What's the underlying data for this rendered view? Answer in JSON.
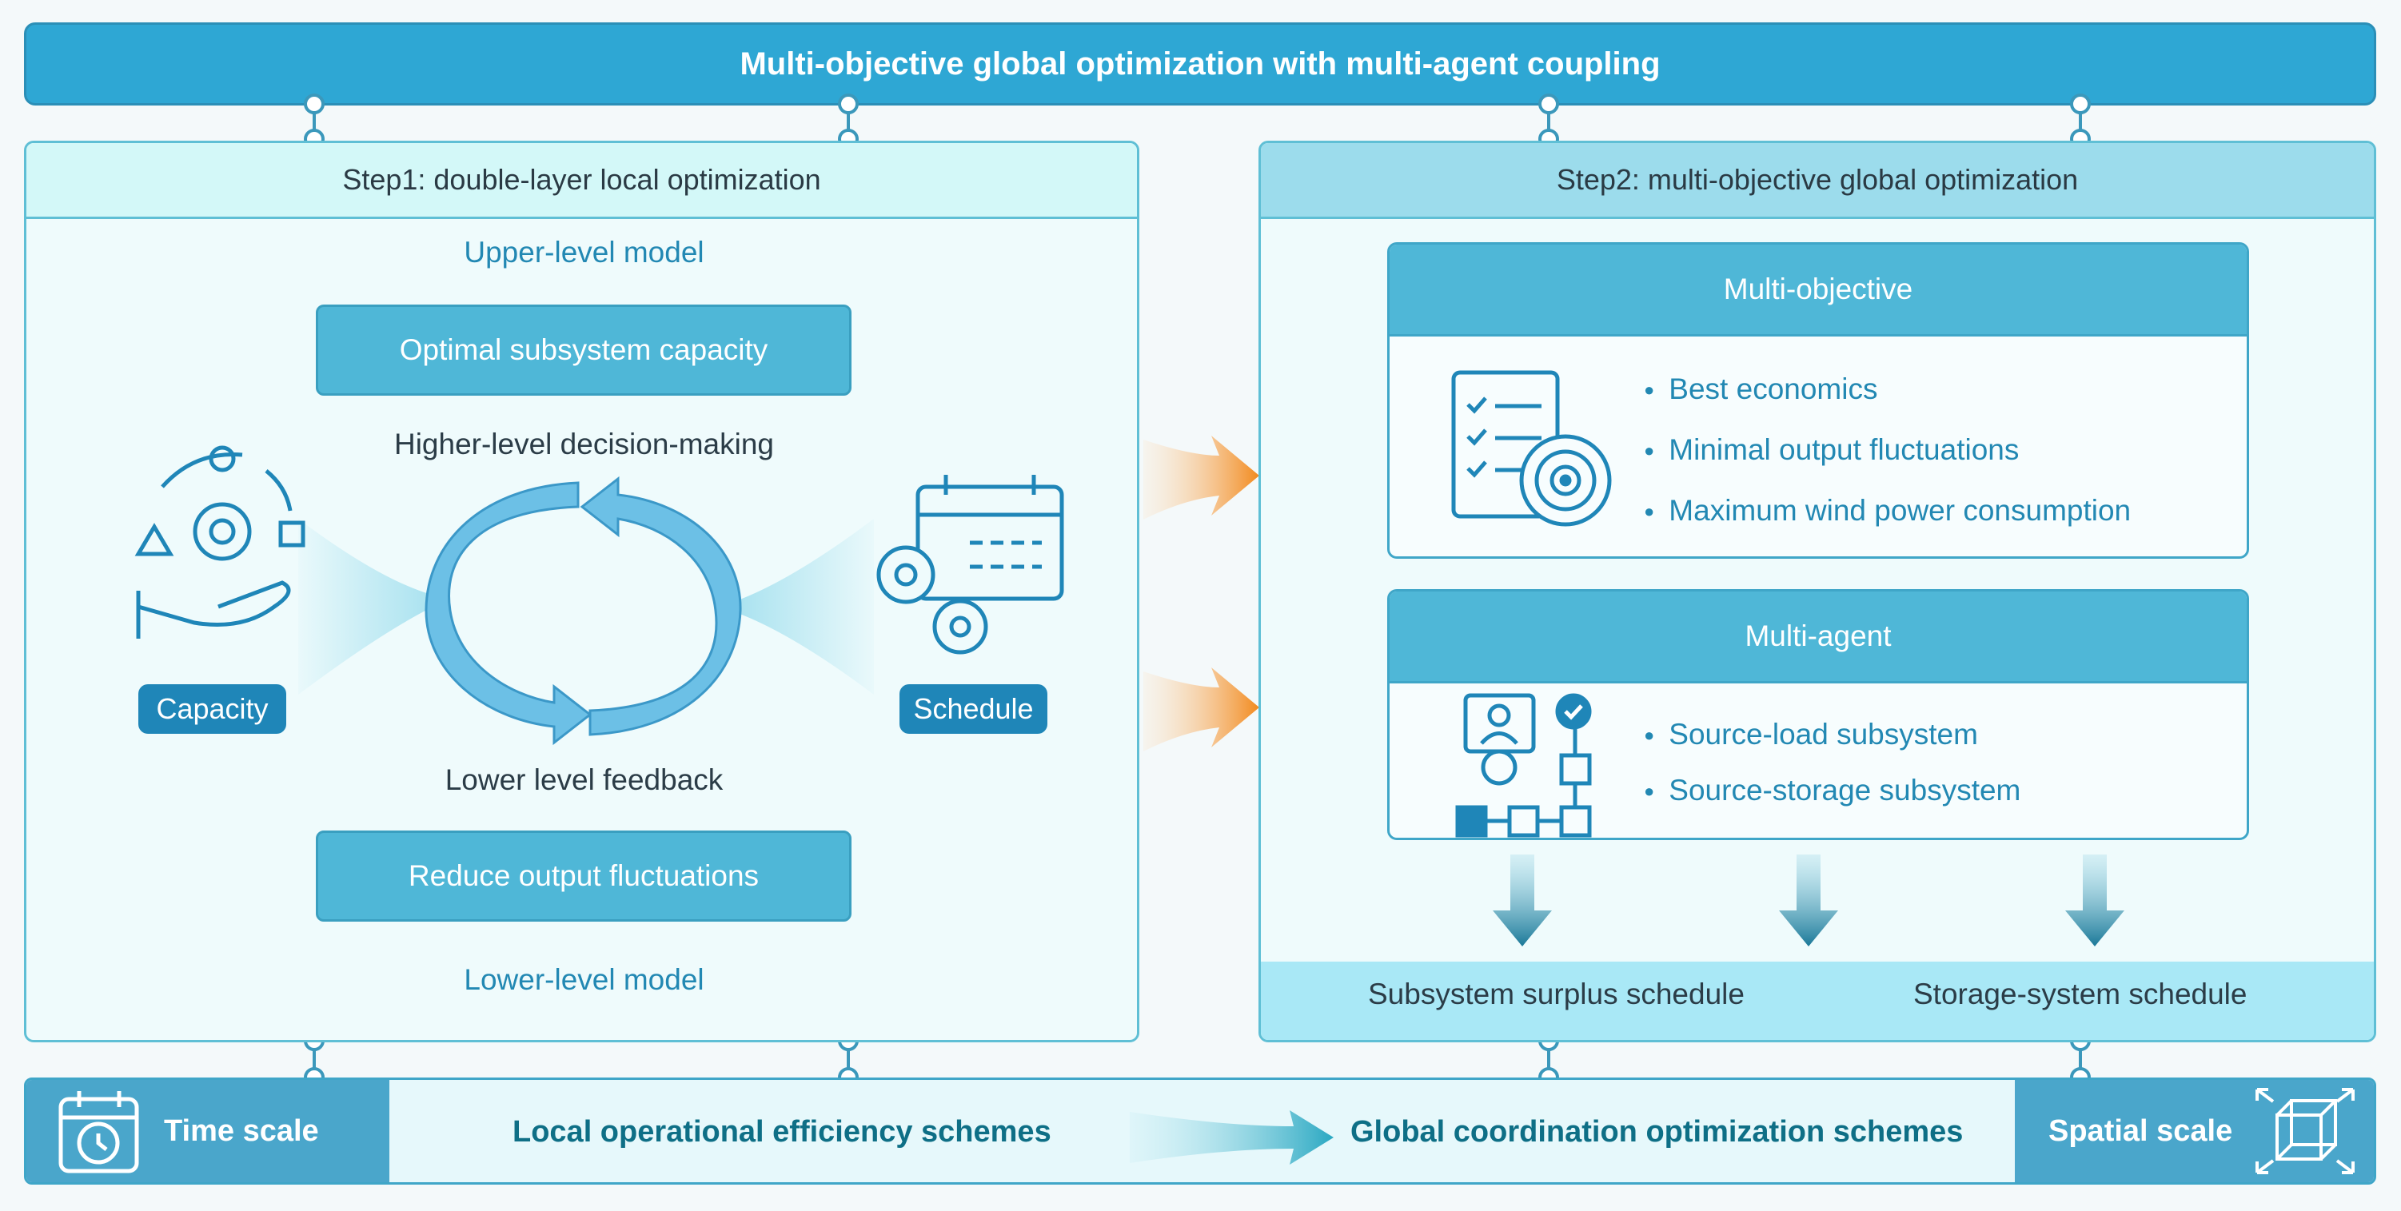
{
  "title": "Multi-objective global optimization with multi-agent coupling",
  "step1": {
    "heading": "Step1: double-layer local optimization",
    "upper_model": "Upper-level model",
    "upper_box": "Optimal subsystem capacity",
    "decision": "Higher-level decision-making",
    "feedback": "Lower level feedback",
    "lower_box": "Reduce output fluctuations",
    "lower_model": "Lower-level model",
    "left_tag": "Capacity",
    "right_tag": "Schedule"
  },
  "step2": {
    "heading": "Step2: multi-objective global optimization",
    "objective_title": "Multi-objective",
    "objectives": [
      "Best economics",
      "Minimal output fluctuations",
      "Maximum wind power consumption"
    ],
    "agent_title": "Multi-agent",
    "agents": [
      "Source-load subsystem",
      "Source-storage subsystem"
    ],
    "outputs": [
      "Subsystem surplus schedule",
      "Storage-system schedule"
    ]
  },
  "bottom": {
    "left_label": "Time scale",
    "local_schemes": "Local operational efficiency schemes",
    "global_schemes": "Global coordination optimization schemes",
    "right_label": "Spatial scale"
  },
  "colors": {
    "primary": "#2ea7d4",
    "box": "#4fb7d7",
    "dark_blue": "#1f86b8",
    "orange_arrow": "#f28a1e",
    "scheme_text": "#0e6f86"
  },
  "icons": [
    "capacity-gears-hand-icon",
    "schedule-calendar-gears-icon",
    "cycle-arrows-icon",
    "checklist-target-icon",
    "agent-flowchart-icon",
    "clock-calendar-icon",
    "cube-expand-icon"
  ]
}
